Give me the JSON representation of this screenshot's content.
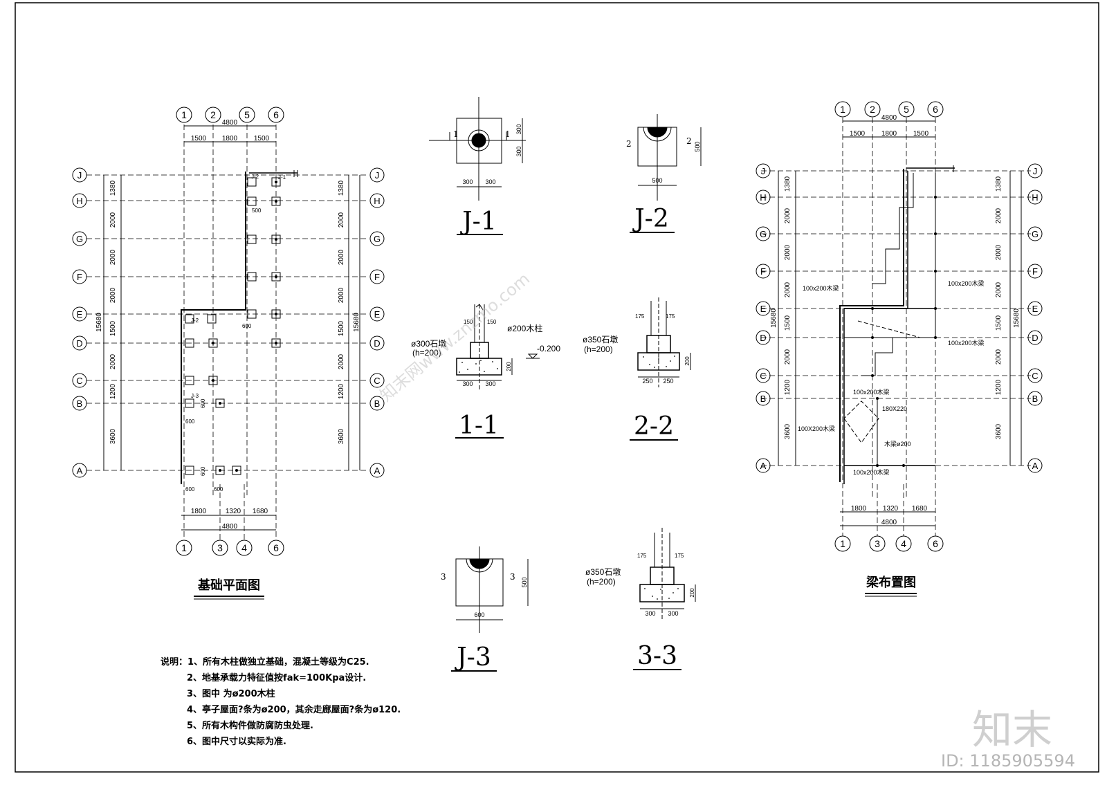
{
  "foundation_plan": {
    "title": "基础平面图",
    "top_axes": [
      "1",
      "2",
      "5",
      "6"
    ],
    "bottom_axes": [
      "1",
      "3",
      "4",
      "6"
    ],
    "row_axes": [
      "J",
      "H",
      "G",
      "F",
      "E",
      "D",
      "C",
      "B",
      "A"
    ],
    "top_overall": "4800",
    "top_dims": [
      "1500",
      "1800",
      "1500"
    ],
    "bottom_dims": [
      "1800",
      "1320",
      "1680"
    ],
    "bottom_overall": "4800",
    "row_dims": [
      "1380",
      "2000",
      "2000",
      "2000",
      "1500",
      "2000",
      "1200",
      "3600"
    ],
    "overall_height": "15680",
    "small_dims": [
      "500",
      "600",
      "600",
      "600",
      "600",
      "600",
      "600"
    ],
    "footing_tags": [
      "J-2",
      "J-1",
      "J-3"
    ]
  },
  "beam_plan": {
    "title": "梁布置图",
    "top_axes": [
      "1",
      "2",
      "5",
      "6"
    ],
    "bottom_axes": [
      "1",
      "3",
      "4",
      "6"
    ],
    "row_axes": [
      "J",
      "H",
      "G",
      "F",
      "E",
      "D",
      "C",
      "B",
      "A"
    ],
    "top_overall": "4800",
    "top_dims": [
      "1500",
      "1800",
      "1500"
    ],
    "bottom_dims": [
      "1800",
      "1320",
      "1680"
    ],
    "bottom_overall": "4800",
    "row_dims": [
      "1380",
      "2000",
      "2000",
      "2000",
      "1500",
      "2000",
      "1200",
      "3600"
    ],
    "overall_height": "15680",
    "beam_labels": [
      "100x200木梁",
      "100x200木梁",
      "100x200木梁",
      "100x200木梁",
      "180X220",
      "100X200木梁",
      "木梁ø200",
      "100x200木梁"
    ]
  },
  "details": {
    "j1": {
      "title": "J-1",
      "mark": "1",
      "dims": [
        "300",
        "300",
        "300",
        "300"
      ]
    },
    "j2": {
      "title": "J-2",
      "mark": "2",
      "dims": [
        "500",
        "500"
      ]
    },
    "j3": {
      "title": "J-3",
      "mark": "3",
      "dims": [
        "500",
        "600"
      ]
    },
    "s11": {
      "title": "1-1",
      "pier": "ø300石墩",
      "pier_h": "(h=200)",
      "column": "ø200木柱",
      "level": "-0.200",
      "dims": [
        "150",
        "150",
        "200",
        "300",
        "300"
      ]
    },
    "s22": {
      "title": "2-2",
      "pier": "ø350石墩",
      "pier_h": "(h=200)",
      "dims": [
        "175",
        "175",
        "200",
        "250",
        "250"
      ]
    },
    "s33": {
      "title": "3-3",
      "pier": "ø350石墩",
      "pier_h": "(h=200)",
      "dims": [
        "175",
        "175",
        "200",
        "300",
        "300"
      ]
    }
  },
  "notes": [
    "说明：1、所有木柱做独立基础，混凝土等级为C25.",
    "2、地基承载力特征值按fak=100Kpa设计.",
    "3、图中      为ø200木柱",
    "4、亭子屋面?条为ø200，其余走廊屋面?条为ø120.",
    "5、所有木构件做防腐防虫处理.",
    "6、图中尺寸以实际为准."
  ],
  "watermark": {
    "brand": "知末",
    "site": "知末网www.znzmo.com",
    "id": "ID: 1185905594"
  }
}
